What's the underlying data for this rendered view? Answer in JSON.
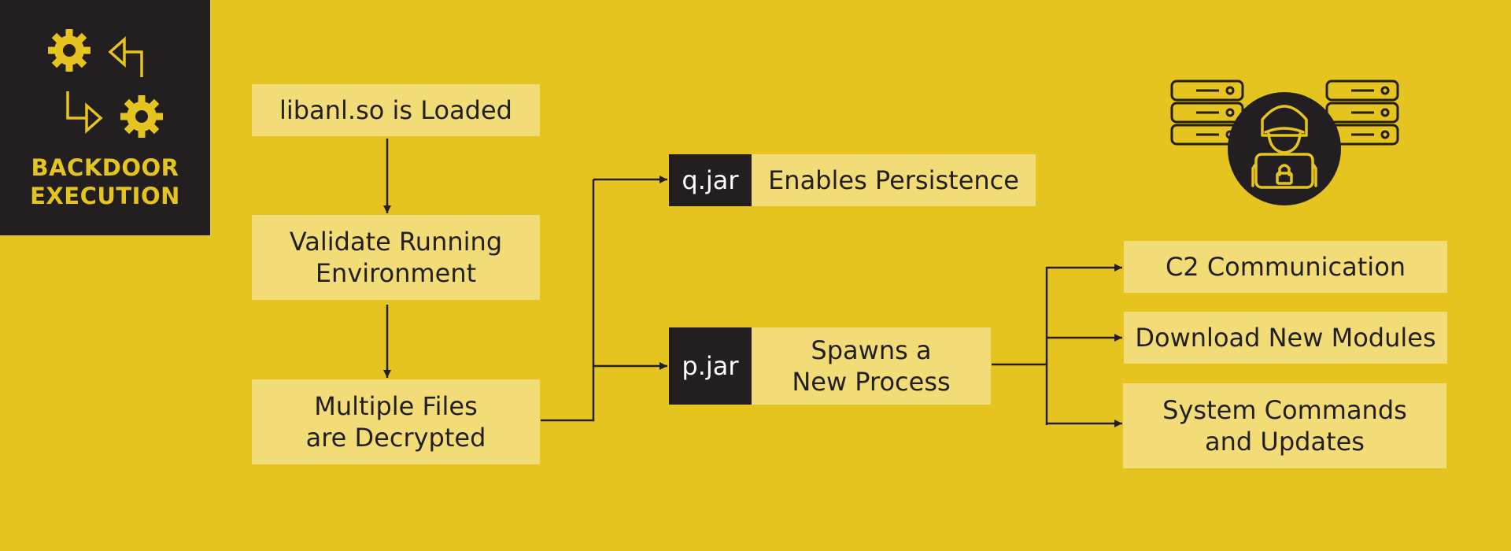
{
  "header": {
    "title_line1": "BACKDOOR",
    "title_line2": "EXECUTION",
    "icons": [
      "gear-icon",
      "return-arrow-icon",
      "turn-right-arrow-icon",
      "gear-icon"
    ]
  },
  "steps": {
    "loaded": "libanl.so is Loaded",
    "validate_line1": "Validate Running",
    "validate_line2": "Environment",
    "decrypt_line1": "Multiple Files",
    "decrypt_line2": "are Decrypted"
  },
  "jars": {
    "q_tag": "q.jar",
    "q_label": "Enables Persistence",
    "p_tag": "p.jar",
    "p_label_line1": "Spawns a",
    "p_label_line2": "New Process"
  },
  "outcomes": {
    "c2": "C2 Communication",
    "modules": "Download New Modules",
    "commands_line1": "System Commands",
    "commands_line2": "and Updates"
  },
  "illustration": {
    "icons": [
      "server-stack-icon",
      "hacker-laptop-icon",
      "server-stack-icon"
    ]
  },
  "colors": {
    "background": "#e6c41f",
    "box_fill": "#f1dc78",
    "dark": "#231f20",
    "title_text": "#e6c41f",
    "tag_text": "#ffffff"
  }
}
